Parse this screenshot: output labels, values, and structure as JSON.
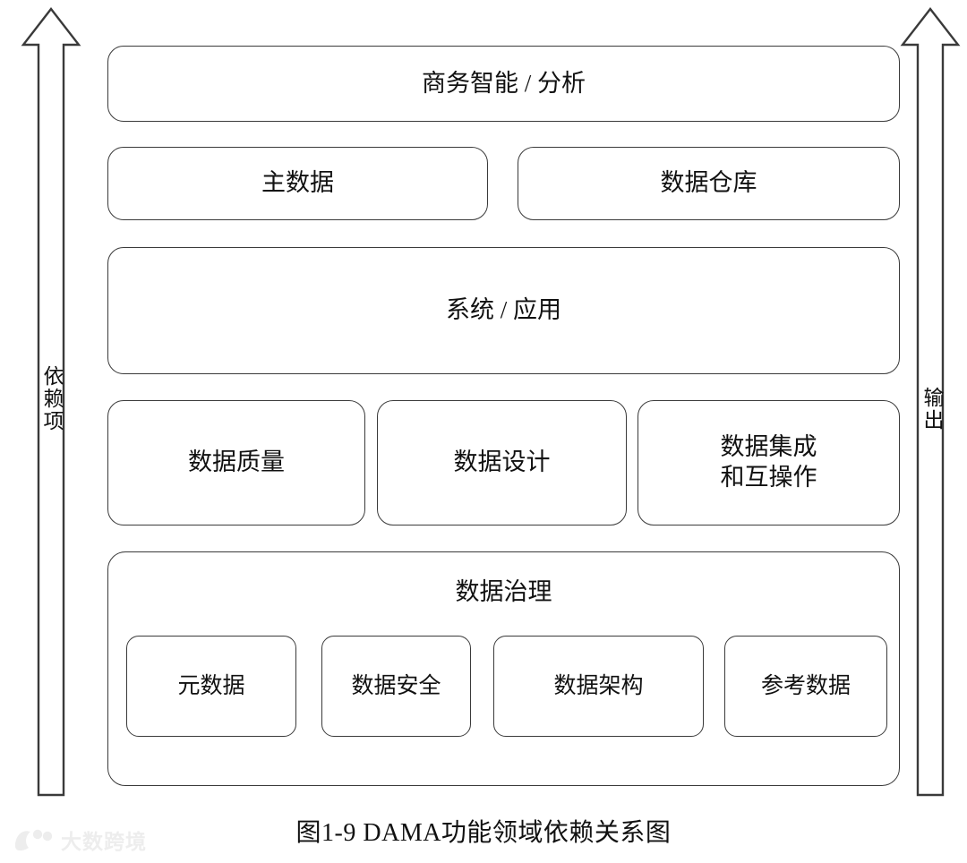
{
  "diagram": {
    "caption": "图1-9 DAMA功能领域依赖关系图",
    "left_arrow_label": "依赖项",
    "right_arrow_label": "输出",
    "stroke_color": "#3a3a3a",
    "background_color": "#ffffff",
    "layers": [
      {
        "id": "bi",
        "nodes": [
          {
            "id": "bi",
            "label": "商务智能 / 分析"
          }
        ]
      },
      {
        "id": "data-assets",
        "nodes": [
          {
            "id": "master-data",
            "label": "主数据"
          },
          {
            "id": "data-warehouse",
            "label": "数据仓库"
          }
        ]
      },
      {
        "id": "systems",
        "nodes": [
          {
            "id": "system-application",
            "label": "系统 / 应用"
          }
        ]
      },
      {
        "id": "data-management",
        "nodes": [
          {
            "id": "data-quality",
            "label": "数据质量"
          },
          {
            "id": "data-design",
            "label": "数据设计"
          },
          {
            "id": "data-integration",
            "label": "数据集成\n和互操作"
          }
        ]
      },
      {
        "id": "governance",
        "nodes": [
          {
            "id": "data-governance",
            "label": "数据治理",
            "children": [
              {
                "id": "metadata",
                "label": "元数据"
              },
              {
                "id": "data-security",
                "label": "数据安全"
              },
              {
                "id": "data-architecture",
                "label": "数据架构"
              },
              {
                "id": "reference-data",
                "label": "参考数据"
              }
            ]
          }
        ]
      }
    ]
  },
  "watermark": {
    "text": "大数跨境",
    "mark": "logo-icon",
    "color": "#c9c9c9"
  }
}
